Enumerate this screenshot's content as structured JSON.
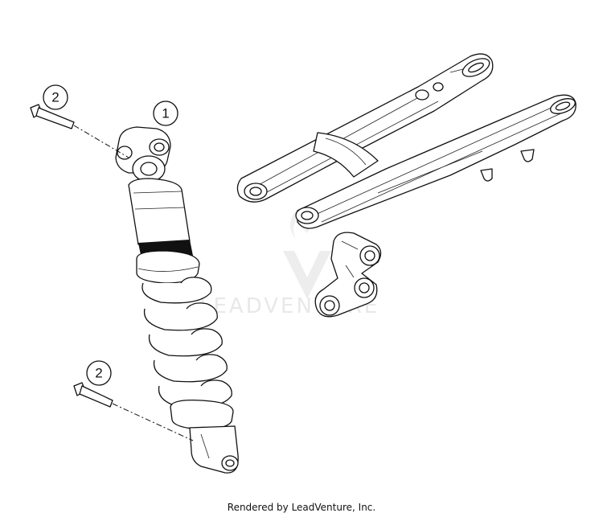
{
  "callouts": [
    {
      "label": "1",
      "part": "shock-absorber"
    },
    {
      "label": "2",
      "part": "upper-bolt"
    },
    {
      "label": "2",
      "part": "lower-bolt"
    }
  ],
  "watermark": {
    "text": "LEADVENTURE"
  },
  "footer": {
    "text": "Rendered by LeadVenture, Inc."
  }
}
